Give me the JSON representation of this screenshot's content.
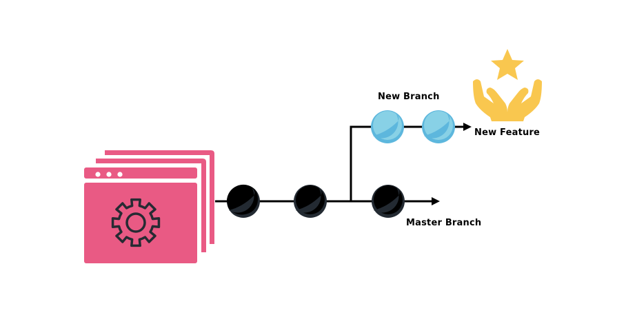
{
  "diagram": {
    "title": "Git branching workflow",
    "labels": {
      "new_branch": "New Branch",
      "new_feature": "New Feature",
      "master_branch": "Master Branch"
    },
    "nodes": {
      "app_window": {
        "icon": "gear-icon",
        "window_dots": 3
      },
      "master_commits": 3,
      "branch_commits": 2,
      "feature_icon": "hands-star-icon"
    },
    "colors": {
      "window_pink": "#E95A84",
      "gear_stroke": "#262B33",
      "commit_dark": "#000000",
      "commit_dark_shade": "#232A32",
      "commit_light": "#88D1E6",
      "commit_light_shade": "#5DB7DD",
      "feature_yellow": "#F9C74F",
      "line": "#000000"
    }
  }
}
